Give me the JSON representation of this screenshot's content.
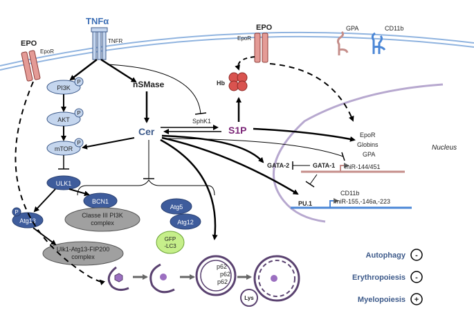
{
  "receptors": {
    "epo_left": "EPO",
    "epor_left": "EpoR",
    "tnfa": "TNFα",
    "tnfr": "TNFR",
    "epo_right": "EPO",
    "epor_right": "EpoR",
    "gpa": "GPA",
    "cd11b": "CD11b"
  },
  "nodes": {
    "pi3k": "PI3K",
    "akt": "AKT",
    "mtor": "mTOR",
    "ulk1": "ULK1",
    "atg13": "Atg13",
    "bcn1": "BCN1",
    "classe3": "Classe III PI3K",
    "classe3_line2": "complex",
    "atg5": "Atg5",
    "atg12": "Atg12",
    "ulk_complex": "Ulk1-Atg13-FIP200",
    "ulk_complex_line2": "complex",
    "gfp_lc3": "GFP",
    "gfp_lc3_line2": "-LC3",
    "nsmase": "nSMase",
    "cer": "Cer",
    "sphk1": "SphK1",
    "s1p": "S1P",
    "hb": "Hb",
    "p_badge": "P",
    "lys": "Lys",
    "p62": "p62"
  },
  "nucleus": {
    "label": "Nucleus",
    "epor": "EpoR",
    "globins": "Globins",
    "gpa": "GPA",
    "gata2": "GATA-2",
    "gata1": "GATA-1",
    "mir144": "miR-144/451",
    "pu1": "PU.1",
    "cd11b": "CD11b",
    "mir155": "miR-155,-146a,-223"
  },
  "legend": [
    {
      "label": "Autophagy",
      "symbol": "-"
    },
    {
      "label": "Erythropoiesis",
      "symbol": "-"
    },
    {
      "label": "Myelopoiesis",
      "symbol": "+"
    }
  ],
  "colors": {
    "membrane": "#8fb3df",
    "node_fill": "#c5d6ee",
    "node_stroke": "#3d5a8a",
    "dark_node": "#3e5c9c",
    "grey_node": "#a0a0a0",
    "s1p": "#7b2577",
    "nucleus": "#b7a8cf",
    "epor": "#c0504d",
    "hb": "#d9534f",
    "gpa_gene": "#c58e8a",
    "cd11b_gene": "#4a86d6",
    "vesicle": "#5a4270",
    "gfp": "#c6ef8a"
  }
}
